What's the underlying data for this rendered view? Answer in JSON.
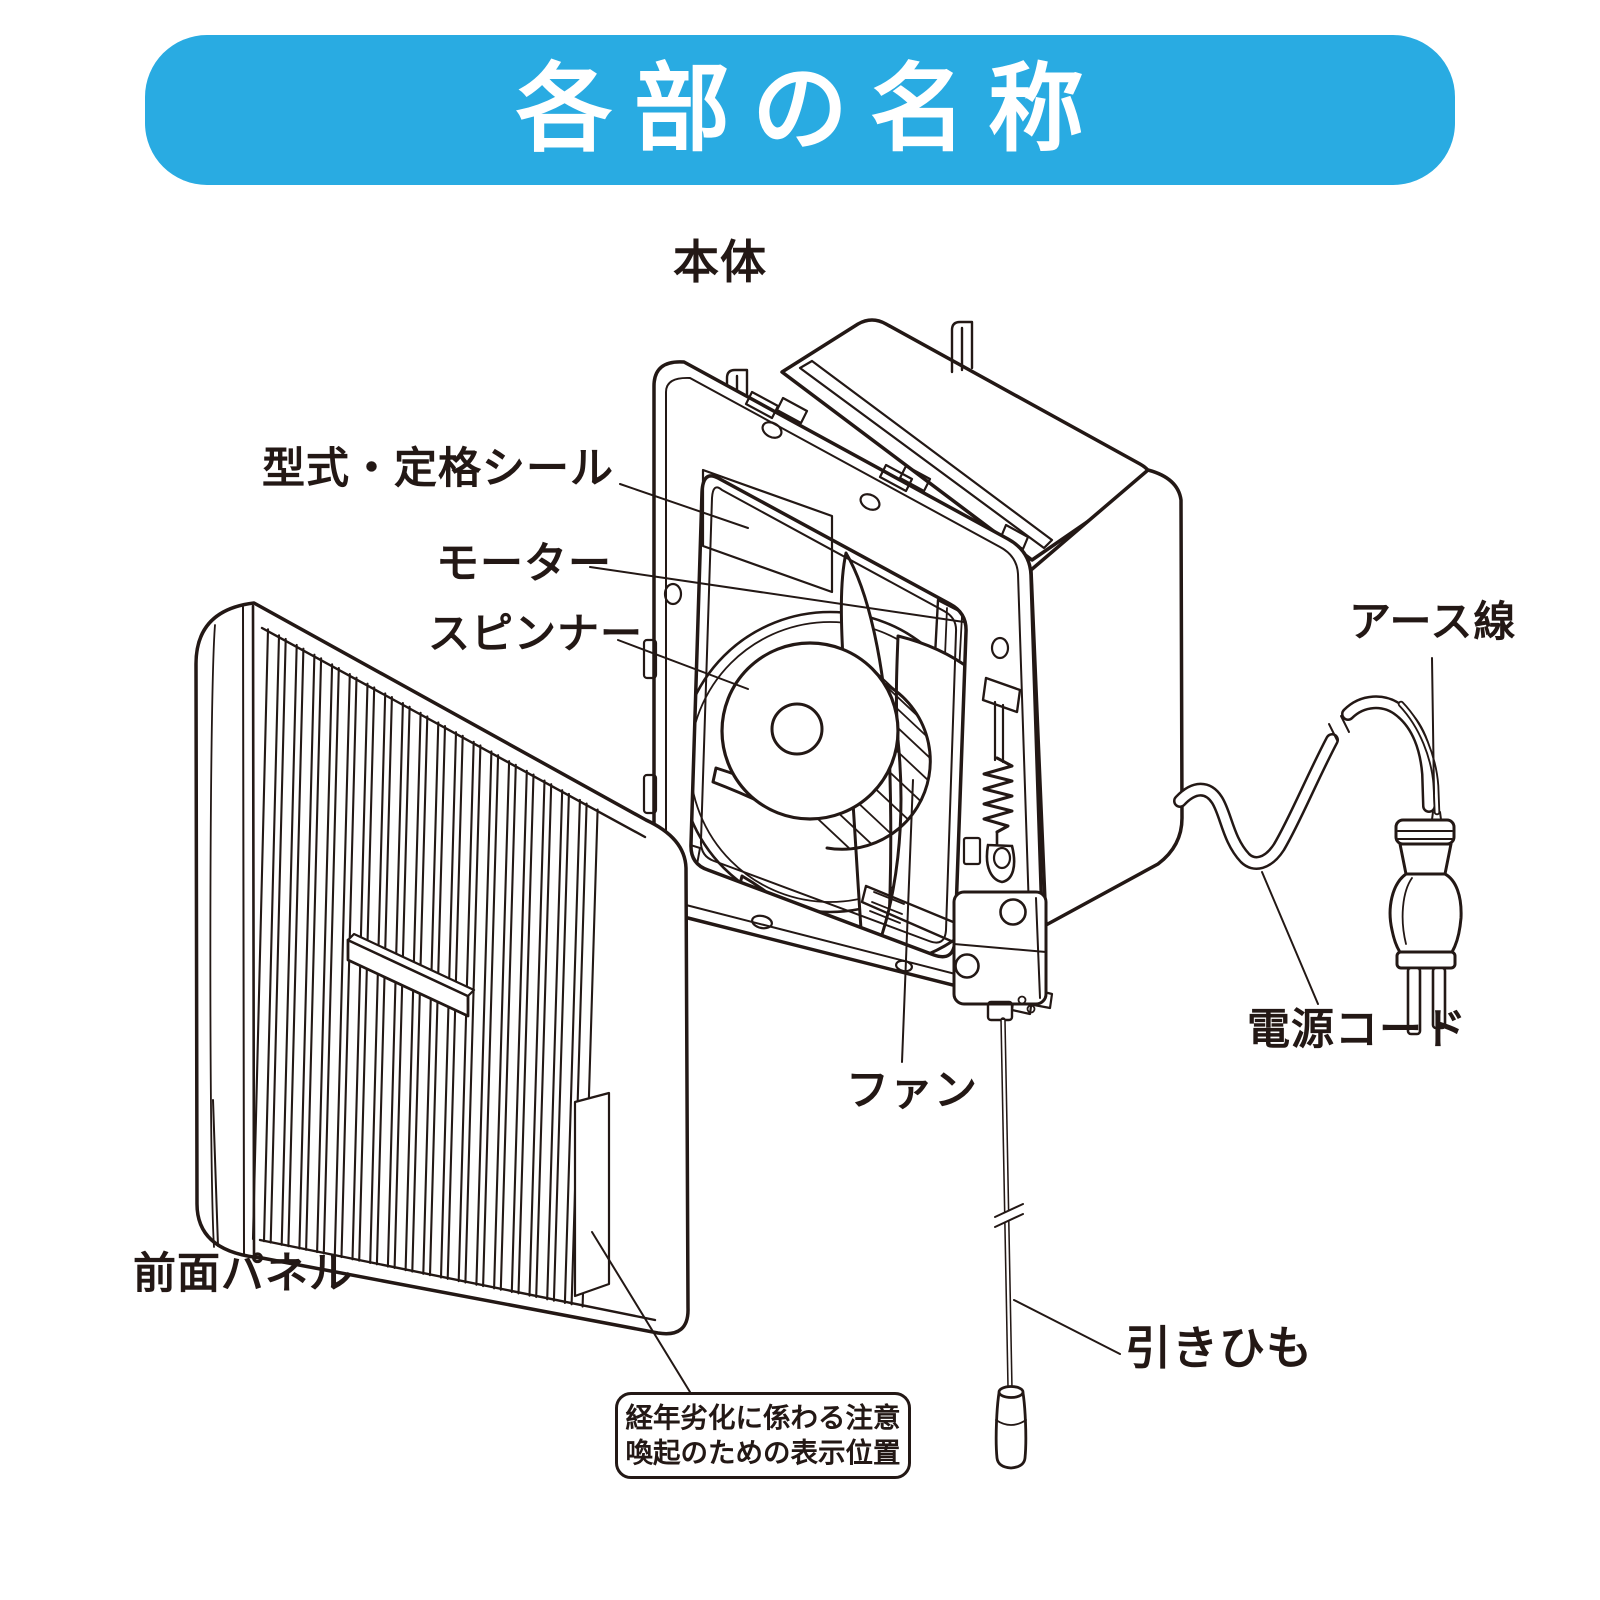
{
  "banner": {
    "title": "各部の名称",
    "bg_color": "#29ABE2",
    "text_color": "#FFFFFF"
  },
  "diagram": {
    "line_color": "#231815",
    "labels": {
      "main_body": "本体",
      "rating_seal": "型式・定格シール",
      "motor": "モーター",
      "spinner": "スピンナー",
      "earth_wire": "アース線",
      "power_cord": "電源コード",
      "fan": "ファン",
      "front_panel": "前面パネル",
      "pull_cord": "引きひも",
      "aging_note_line1": "経年劣化に係わる注意",
      "aging_note_line2": "喚起のための表示位置"
    }
  }
}
